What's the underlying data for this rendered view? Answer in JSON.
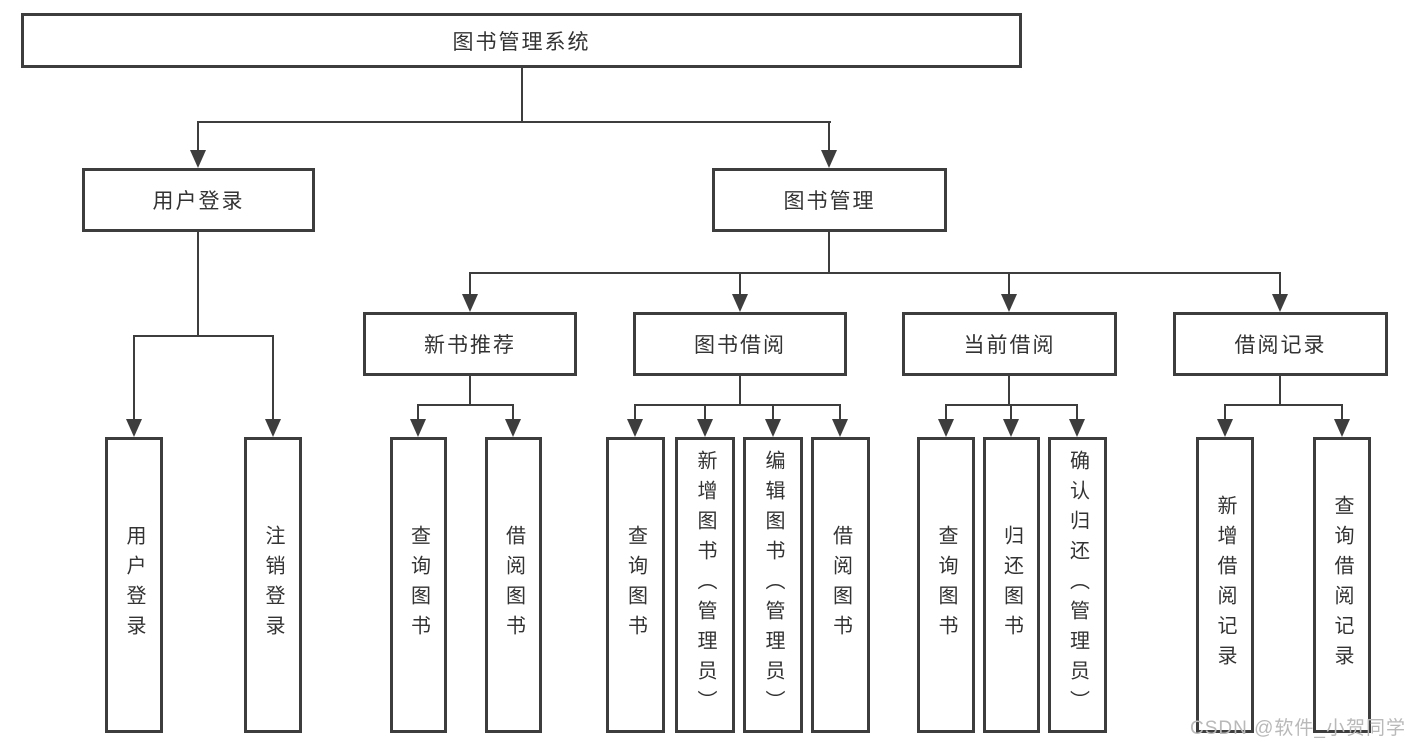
{
  "tree": {
    "root": "图书管理系统",
    "children": [
      {
        "label": "用户登录",
        "children": [
          "用户登录",
          "注销登录"
        ]
      },
      {
        "label": "图书管理",
        "children": [
          {
            "label": "新书推荐",
            "children": [
              "查询图书",
              "借阅图书"
            ]
          },
          {
            "label": "图书借阅",
            "children": [
              "查询图书",
              "新增图书（管理员）",
              "编辑图书（管理员）",
              "借阅图书"
            ]
          },
          {
            "label": "当前借阅",
            "children": [
              "查询图书",
              "归还图书",
              "确认归还（管理员）"
            ]
          },
          {
            "label": "借阅记录",
            "children": [
              "新增借阅记录",
              "查询借阅记录"
            ]
          }
        ]
      }
    ]
  },
  "colors": {
    "line": "#3d3d3d",
    "text": "#333333",
    "watermark": "#b9b9b9"
  },
  "watermark": "CSDN @软件_小贺同学"
}
